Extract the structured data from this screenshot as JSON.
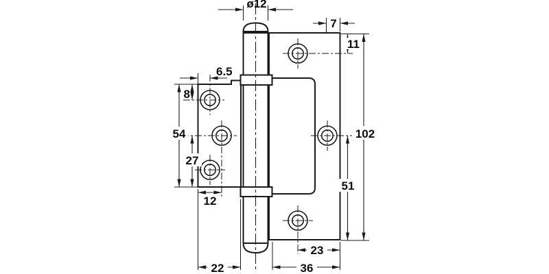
{
  "drawing": {
    "kind": "hinge-technical-drawing",
    "colors": {
      "line": "#1a1a1a",
      "background": "#ffffff",
      "text": "#0d0d0d"
    },
    "dimensions": {
      "pin_diameter": "ø12",
      "hole_to_edge_top": "7",
      "top_edge_to_hole": "11",
      "leaf_height": "102",
      "mid_hole_to_bottom": "51",
      "edge_to_hole_left": "6.5",
      "top_edge_to_hole_left": "8",
      "left_leaf_height": "54",
      "mid_hole_to_bottom_left": "27",
      "edge_to_mid_hole_left": "12",
      "left_leaf_width": "22",
      "right_leaf_width": "36",
      "bottom_hole_to_edge": "23"
    }
  }
}
